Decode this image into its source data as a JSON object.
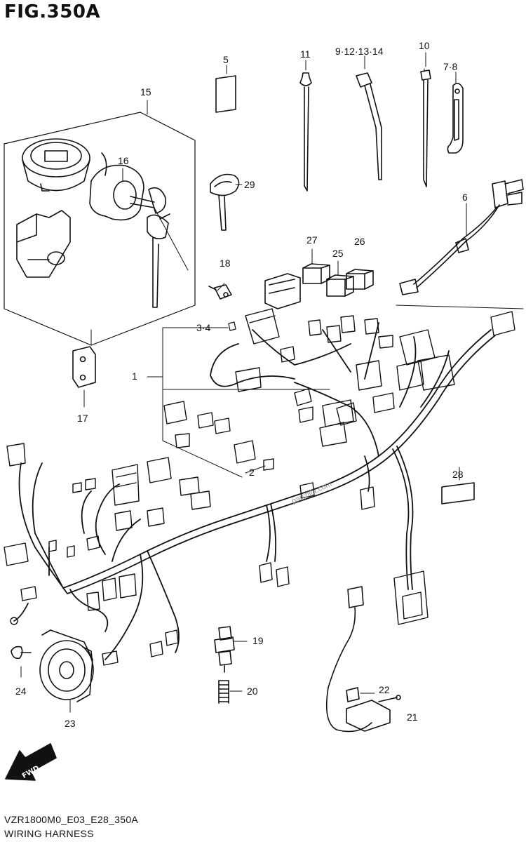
{
  "figure": {
    "title": "FIG.350A",
    "code": "VZR1800M0_E03_E28_350A",
    "name": "WIRING HARNESS"
  },
  "callouts": {
    "c1": "1",
    "c2": "2",
    "c3_4": "3·4",
    "c5": "5",
    "c6": "6",
    "c7_8": "7·8",
    "c9_14": "9·12·13·14",
    "c10": "10",
    "c11": "11",
    "c15": "15",
    "c16": "16",
    "c17": "17",
    "c18": "18",
    "c19": "19",
    "c20": "20",
    "c21": "21",
    "c22": "22",
    "c23": "23",
    "c24": "24",
    "c25": "25",
    "c26": "26",
    "c27": "27",
    "c28": "28",
    "c29": "29"
  },
  "fwd_badge": "FWD",
  "watermark": "partzilla.com"
}
